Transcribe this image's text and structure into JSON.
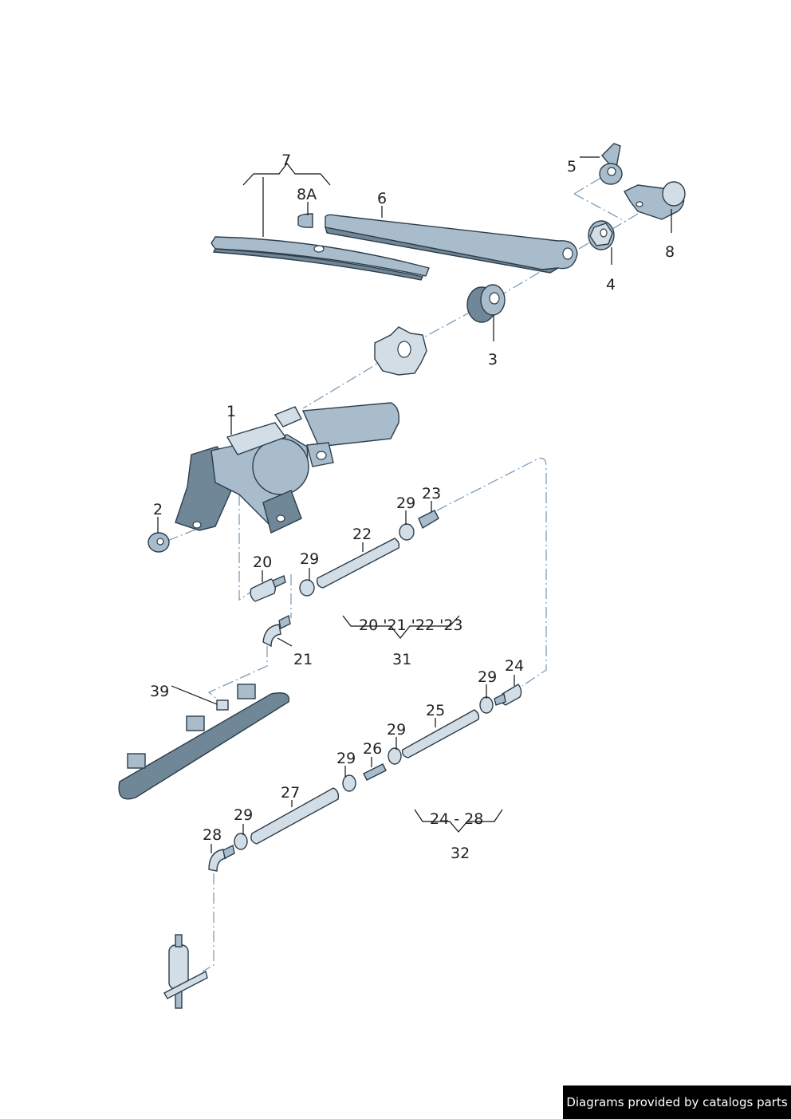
{
  "diagram": {
    "title": "Rear window wiper assembly exploded view",
    "callouts": [
      {
        "id": "c7",
        "text": "7"
      },
      {
        "id": "c8A",
        "text": "8A"
      },
      {
        "id": "c6",
        "text": "6"
      },
      {
        "id": "c5",
        "text": "5"
      },
      {
        "id": "c8",
        "text": "8"
      },
      {
        "id": "c4",
        "text": "4"
      },
      {
        "id": "c3",
        "text": "3"
      },
      {
        "id": "c1",
        "text": "1"
      },
      {
        "id": "c2",
        "text": "2"
      },
      {
        "id": "c23",
        "text": "23"
      },
      {
        "id": "c29a",
        "text": "29"
      },
      {
        "id": "c22",
        "text": "22"
      },
      {
        "id": "c20",
        "text": "20"
      },
      {
        "id": "c29b",
        "text": "29"
      },
      {
        "id": "c21",
        "text": "21"
      },
      {
        "id": "c31group",
        "text": "20 '21 '22 '23"
      },
      {
        "id": "c31",
        "text": "31"
      },
      {
        "id": "c39",
        "text": "39"
      },
      {
        "id": "c24",
        "text": "24"
      },
      {
        "id": "c29c",
        "text": "29"
      },
      {
        "id": "c25",
        "text": "25"
      },
      {
        "id": "c29d",
        "text": "29"
      },
      {
        "id": "c26",
        "text": "26"
      },
      {
        "id": "c29e",
        "text": "29"
      },
      {
        "id": "c27",
        "text": "27"
      },
      {
        "id": "c29f",
        "text": "29"
      },
      {
        "id": "c28",
        "text": "28"
      },
      {
        "id": "c32group",
        "text": "24 - 28"
      },
      {
        "id": "c32",
        "text": "32"
      }
    ]
  },
  "footer": {
    "credit": "Diagrams provided by catalogs parts"
  },
  "colors": {
    "part_fill": "#a9bccb",
    "part_outline": "#2c3e4c",
    "dash_line": "#7f9db5",
    "footer_bg": "#000000"
  }
}
